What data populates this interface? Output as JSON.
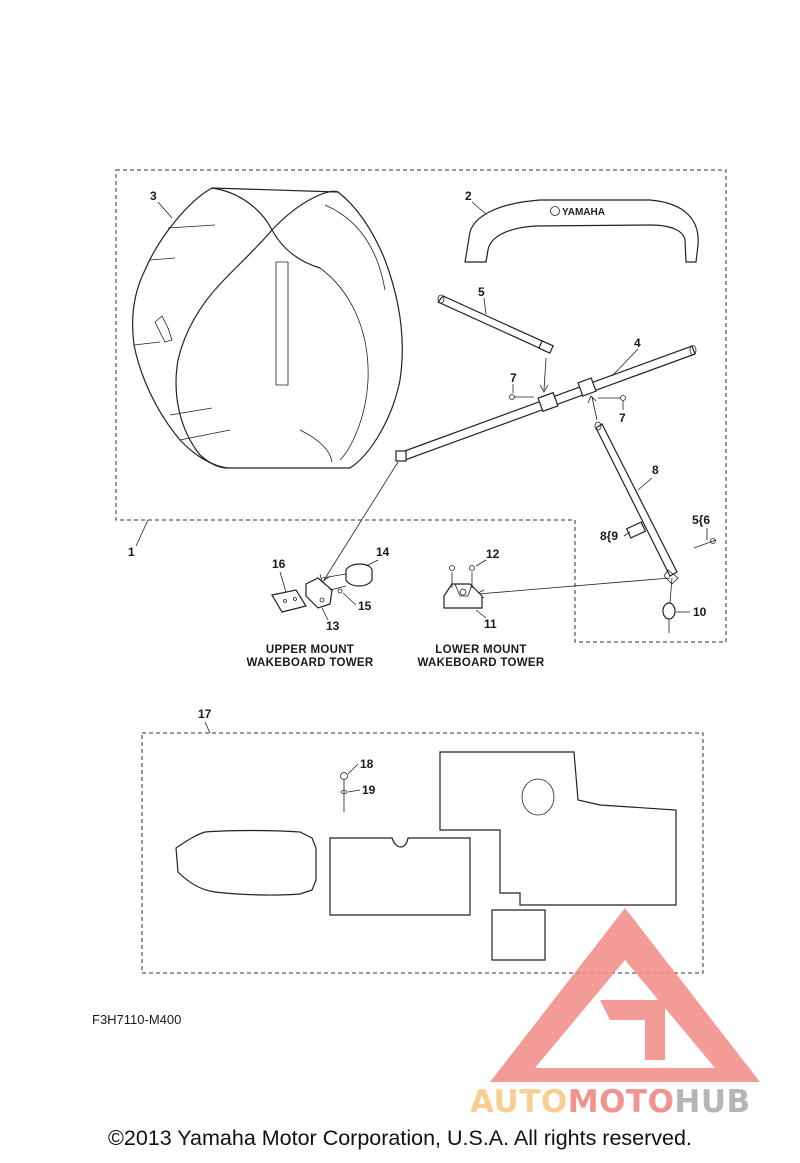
{
  "callouts": {
    "p1": "1",
    "p2": "2",
    "p3": "3",
    "p4": "4",
    "p5": "5",
    "p7a": "7",
    "p7b": "7",
    "p8": "8",
    "p89": "8{9",
    "p56": "5{6",
    "p10": "10",
    "p11": "11",
    "p12": "12",
    "p13": "13",
    "p14": "14",
    "p15": "15",
    "p16": "16",
    "p17": "17",
    "p18": "18",
    "p19": "19"
  },
  "captions": {
    "upper_line1": "UPPER  MOUNT",
    "upper_line2": "WAKEBOARD TOWER",
    "lower_line1": "LOWER  MOUNT",
    "lower_line2": "WAKEBOARD TOWER"
  },
  "cover_print": "YAMAHA",
  "diagram_code": "F3H7110-M400",
  "watermark": {
    "part1": "AUTO",
    "part2": "MOTO",
    "part3": "HUB",
    "color1": "#f7c77e",
    "color2": "#f0827a",
    "color3": "#a9a9a9",
    "triangle_color": "#f08a85"
  },
  "copyright": "©2013 Yamaha Motor Corporation, U.S.A. All rights reserved."
}
